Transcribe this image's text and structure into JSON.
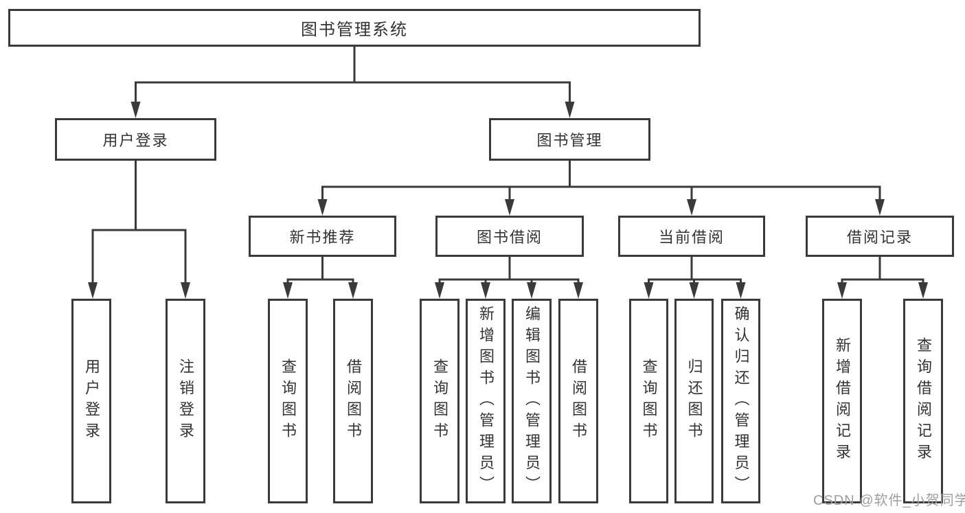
{
  "colors": {
    "background": "#ffffff",
    "line": "#3a3a3a",
    "text": "#333333",
    "watermark": "#9e9e9e"
  },
  "diagram": {
    "root": {
      "label": "图书管理系统"
    },
    "level2": {
      "user_login": {
        "label": "用户登录"
      },
      "book_mgmt": {
        "label": "图书管理"
      }
    },
    "level3": {
      "new_book_rec": {
        "label": "新书推荐"
      },
      "book_borrow": {
        "label": "图书借阅"
      },
      "current_borrow": {
        "label": "当前借阅"
      },
      "borrow_records": {
        "label": "借阅记录"
      }
    },
    "leaves": {
      "user_login": [
        "用户登录",
        "注销登录"
      ],
      "new_book_rec": [
        "查询图书",
        "借阅图书"
      ],
      "book_borrow": [
        "查询图书",
        "新增图书（管理员）",
        "编辑图书（管理员）",
        "借阅图书"
      ],
      "current_borrow": [
        "查询图书",
        "归还图书",
        "确认归还（管理员）"
      ],
      "borrow_records": [
        "新增借阅记录",
        "查询借阅记录"
      ]
    }
  },
  "watermark": {
    "text": "CSDN @软件_小贺同学"
  }
}
